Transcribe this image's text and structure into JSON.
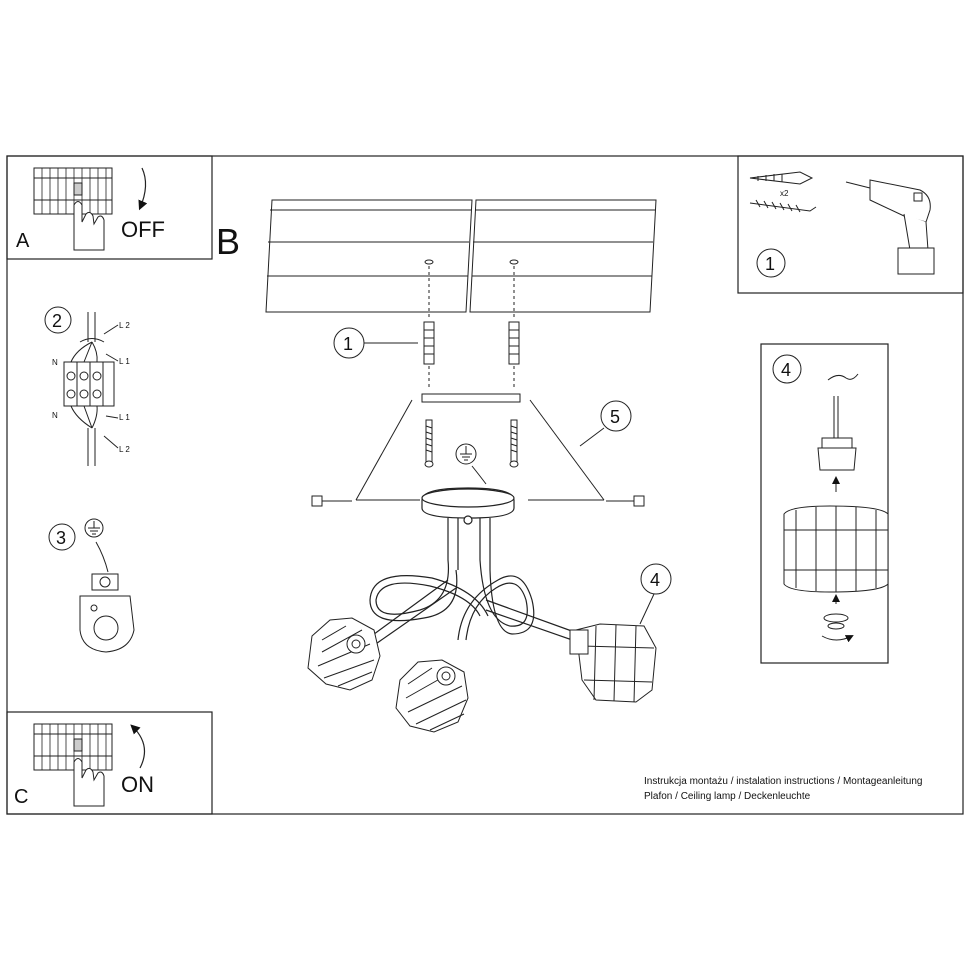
{
  "panels": {
    "a": {
      "letter": "A",
      "action": "OFF"
    },
    "c": {
      "letter": "C",
      "action": "ON"
    },
    "b": {
      "letter": "B"
    }
  },
  "callouts": {
    "step1": "1",
    "step2": "2",
    "step3": "3",
    "step4": "4",
    "step5": "5"
  },
  "wiring": {
    "n_top": "N",
    "l1_top": "L 1",
    "l2_top": "L 2",
    "n_bottom": "N",
    "l1_bottom": "L 1",
    "l2_bottom": "L 2"
  },
  "tools": {
    "quantity": "x2"
  },
  "caption": {
    "line1": "Instrukcja montażu / instalation instructions / Montageanleitung",
    "line2": "Plafon / Ceiling lamp / Deckenleuchte"
  }
}
